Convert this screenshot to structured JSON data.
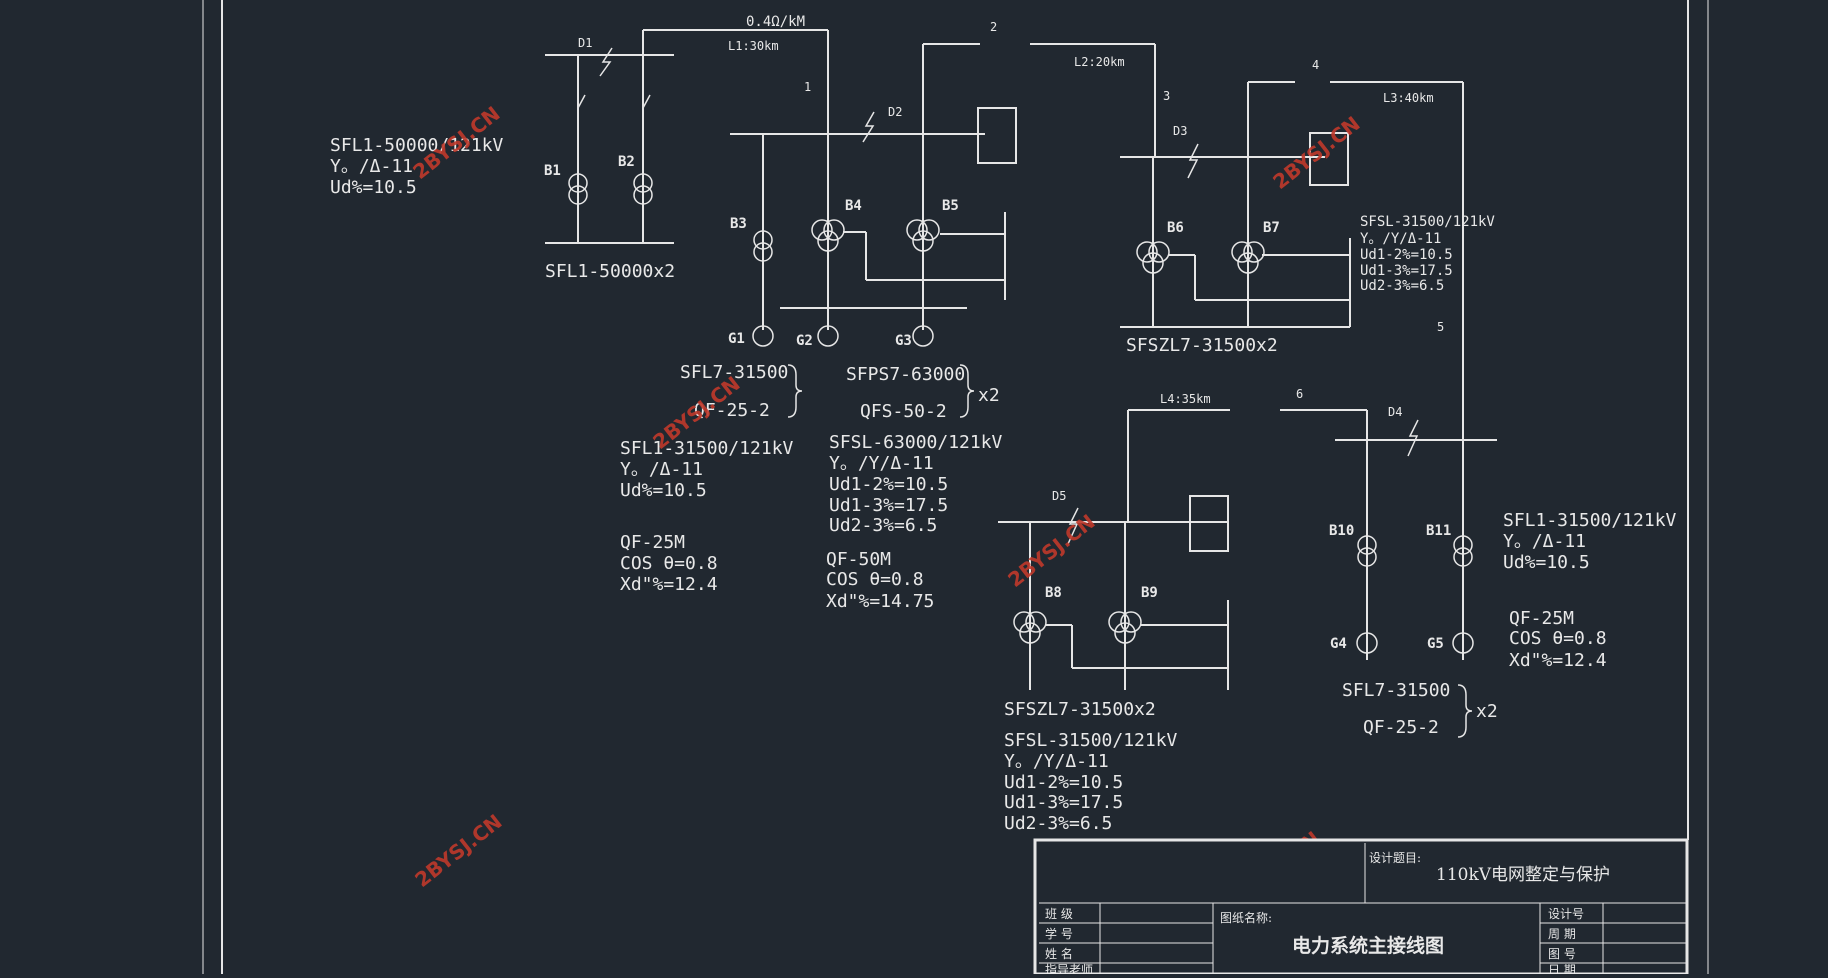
{
  "line_labels": {
    "impedance": "0.4Ω/kM",
    "l1": "L1:30km",
    "l2": "L2:20km",
    "l3": "L3:40km",
    "l4": "L4:35km"
  },
  "breaker_numbers": [
    "1",
    "2",
    "3",
    "4",
    "5",
    "6"
  ],
  "buses": [
    "D1",
    "D2",
    "D3",
    "D4",
    "D5"
  ],
  "transformers": [
    "B1",
    "B2",
    "B3",
    "B4",
    "B5",
    "B6",
    "B7",
    "B8",
    "B9",
    "B10",
    "B11"
  ],
  "generators": [
    "G1",
    "G2",
    "G3",
    "G4",
    "G5"
  ],
  "specs": {
    "b12": [
      "SFL1-50000/121kV",
      "Y。/Δ-11",
      "Ud%=10.5"
    ],
    "b12_count": "SFL1-50000x2",
    "b3_model": [
      "SFL7-31500",
      "QF-25-2"
    ],
    "b45_model": [
      "SFPS7-63000",
      "QFS-50-2"
    ],
    "x2": "x2",
    "b3": [
      "SFL1-31500/121kV",
      "Y。/Δ-11",
      "Ud%=10.5"
    ],
    "g1": [
      "QF-25M",
      "COS θ=0.8",
      "Xd\"%=12.4"
    ],
    "b45": [
      "SFSL-63000/121kV",
      "Y。/Y/Δ-11",
      "Ud1-2%=10.5",
      "Ud1-3%=17.5",
      "Ud2-3%=6.5"
    ],
    "g23": [
      "QF-50M",
      "COS θ=0.8",
      "Xd\"%=14.75"
    ],
    "b67_count": "SFSZL7-31500x2",
    "b67": [
      "SFSL-31500/121kV",
      "Y。/Y/Δ-11",
      "Ud1-2%=10.5",
      "Ud1-3%=17.5",
      "Ud2-3%=6.5"
    ],
    "b89_count": "SFSZL7-31500x2",
    "b89": [
      "SFSL-31500/121kV",
      "Y。/Y/Δ-11",
      "Ud1-2%=10.5",
      "Ud1-3%=17.5",
      "Ud2-3%=6.5"
    ],
    "b1011": [
      "SFL1-31500/121kV",
      "Y。/Δ-11",
      "Ud%=10.5"
    ],
    "g45": [
      "QF-25M",
      "COS θ=0.8",
      "Xd\"%=12.4"
    ],
    "g45_model": [
      "SFL7-31500",
      "QF-25-2"
    ]
  },
  "watermark": "2BYSJ.CN",
  "title_block": {
    "design_label": "设计题目:",
    "design_title": "110kV电网整定与保护",
    "drawing_label": "图纸名称:",
    "drawing_title": "电力系统主接线图",
    "rows_left": [
      "班 级",
      "学 号",
      "姓 名",
      "指导老师"
    ],
    "rows_right": [
      "设计号",
      "周 期",
      "图 号",
      "日 期"
    ]
  }
}
